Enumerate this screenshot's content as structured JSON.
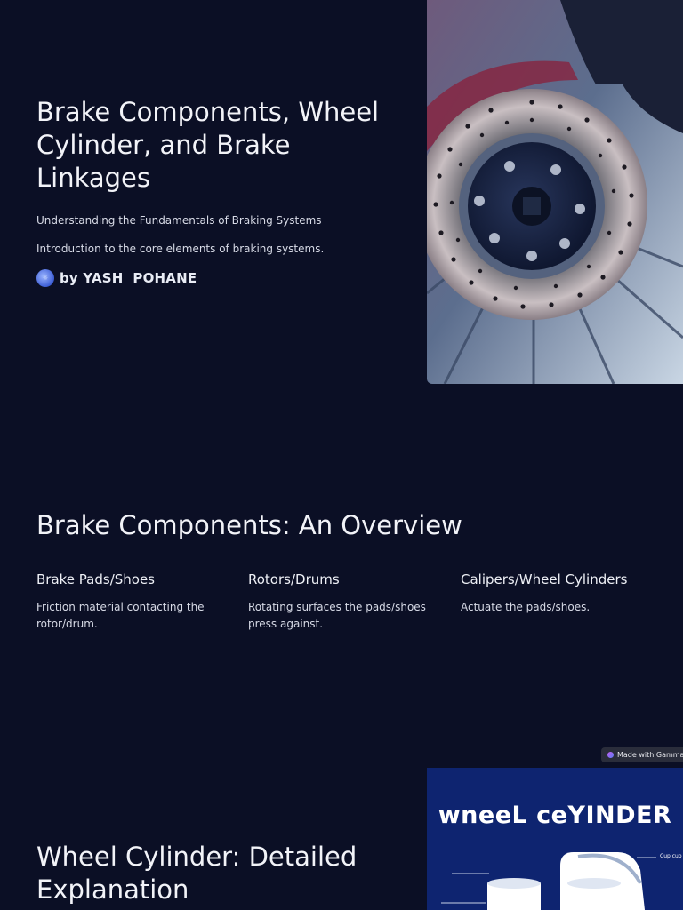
{
  "slide1": {
    "title": "Brake Components, Wheel Cylinder, and Brake Linkages",
    "subtitle": "Understanding the Fundamentals of Braking Systems",
    "intro": "Introduction to the core elements of braking systems.",
    "author": "by YASH  POHANE",
    "image_icon": "brake-disc-photo"
  },
  "slide2": {
    "title": "Brake Components: An Overview",
    "columns": [
      {
        "heading": "Brake Pads/Shoes",
        "text": "Friction material contacting the rotor/drum."
      },
      {
        "heading": "Rotors/Drums",
        "text": "Rotating surfaces the pads/shoes press against."
      },
      {
        "heading": "Calipers/Wheel Cylinders",
        "text": "Actuate the pads/shoes."
      }
    ]
  },
  "badge": {
    "label": "Made with Gamma"
  },
  "slide3": {
    "title": "Wheel Cylinder: Detailed Explanation",
    "image_title": "wneeL ceYINDER",
    "image_callout": "Cup cup"
  }
}
